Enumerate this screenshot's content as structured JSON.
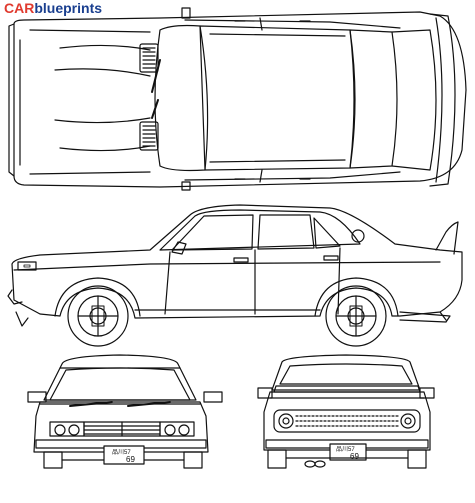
{
  "header": {
    "brand_part1": "CAR",
    "brand_part2": "blueprints"
  },
  "plates": {
    "front_line1": "品川57",
    "front_number": "69",
    "rear_line1": "品川57",
    "rear_number": "69"
  },
  "colors": {
    "line": "#111111",
    "brand_red": "#e03a2f",
    "brand_blue": "#1a3f8f"
  }
}
